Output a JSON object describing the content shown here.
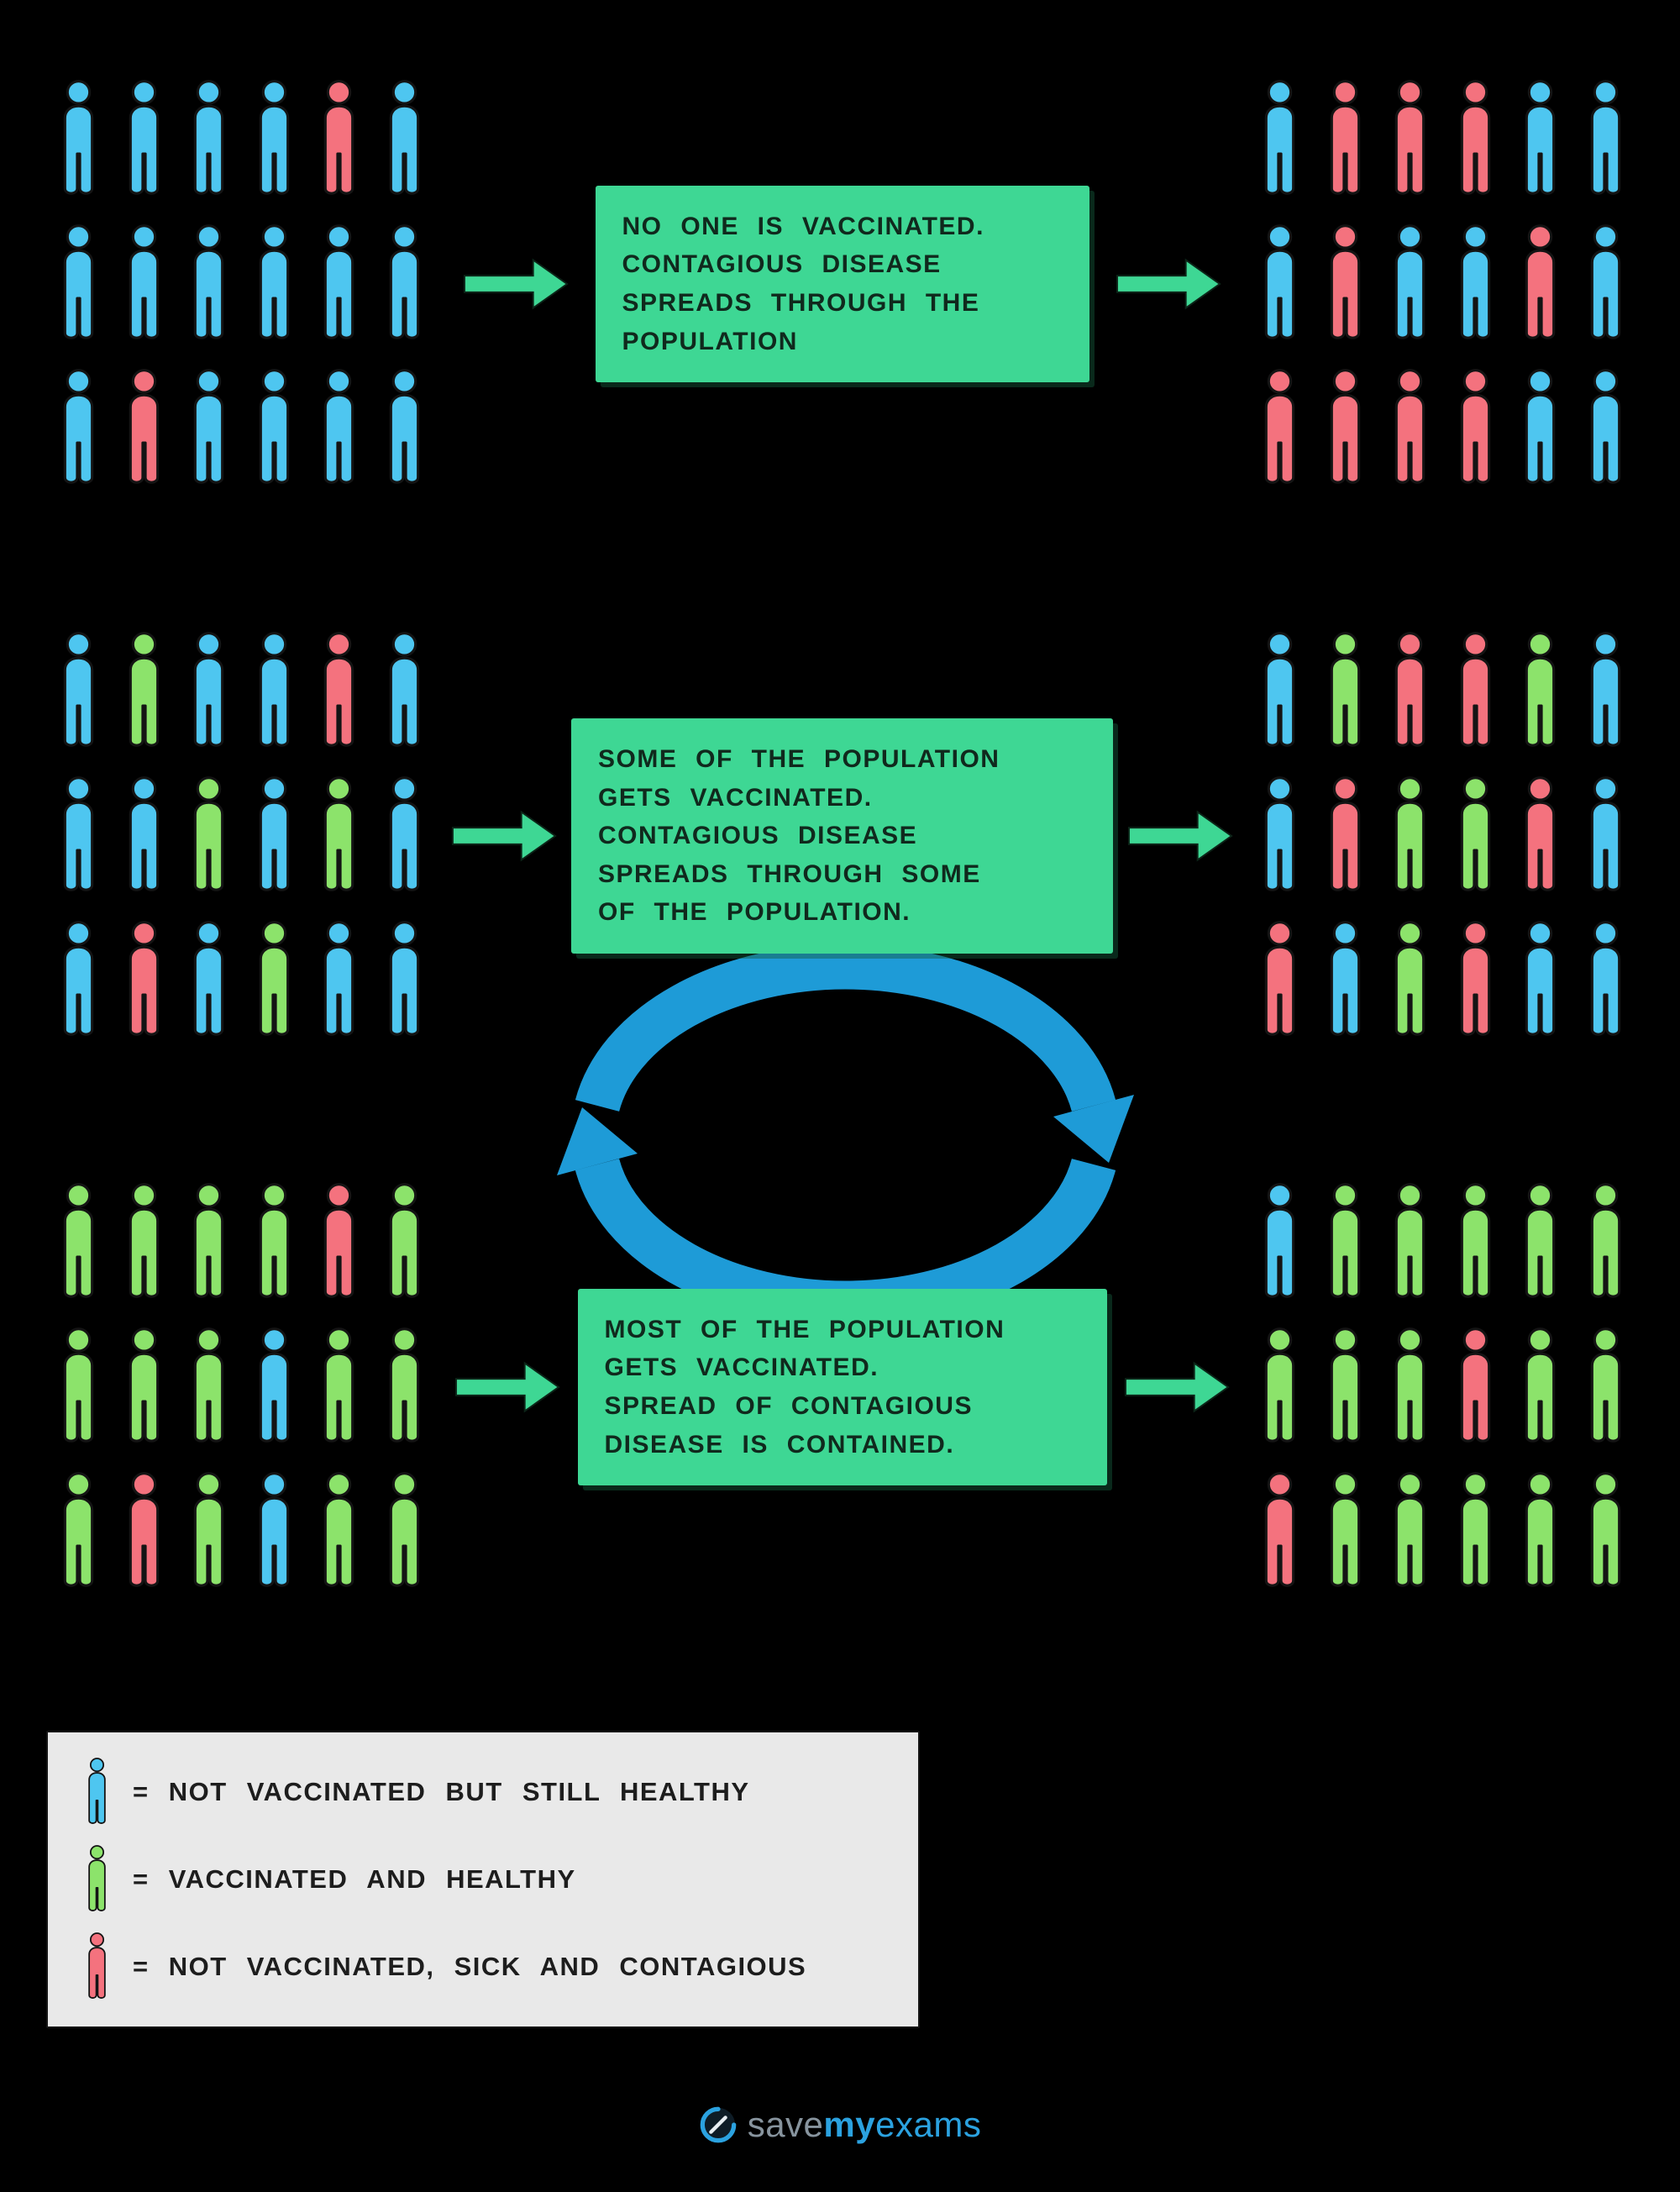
{
  "colors": {
    "background": "#000000",
    "person": {
      "not_vaccinated_healthy": "#4EC6F0",
      "vaccinated_healthy": "#8CE36B",
      "sick_contagious": "#F4727E"
    },
    "caption_box": "#3ED794",
    "arrow": "#3ED794",
    "cycle_arrow": "#1E9BD7",
    "legend_background": "#E9E9E9",
    "brand_blue": "#2BA2E0",
    "brand_gray": "#87949E"
  },
  "scenarios": [
    {
      "caption": "NO ONE IS VACCINATED.\nCONTAGIOUS DISEASE\nSPREADS THROUGH THE\nPOPULATION",
      "before": [
        [
          "B",
          "B",
          "B",
          "B",
          "R",
          "B"
        ],
        [
          "B",
          "B",
          "B",
          "B",
          "B",
          "B"
        ],
        [
          "B",
          "R",
          "B",
          "B",
          "B",
          "B"
        ]
      ],
      "after": [
        [
          "B",
          "R",
          "R",
          "R",
          "B",
          "B"
        ],
        [
          "B",
          "R",
          "B",
          "B",
          "R",
          "B"
        ],
        [
          "R",
          "R",
          "R",
          "R",
          "B",
          "B"
        ]
      ]
    },
    {
      "caption": "SOME OF THE POPULATION\nGETS VACCINATED.\nCONTAGIOUS DISEASE\nSPREADS THROUGH SOME\nOF THE POPULATION.",
      "before": [
        [
          "B",
          "G",
          "B",
          "B",
          "R",
          "B"
        ],
        [
          "B",
          "B",
          "G",
          "B",
          "G",
          "B"
        ],
        [
          "B",
          "R",
          "B",
          "G",
          "B",
          "B"
        ]
      ],
      "after": [
        [
          "B",
          "G",
          "R",
          "R",
          "G",
          "B"
        ],
        [
          "B",
          "R",
          "G",
          "G",
          "R",
          "B"
        ],
        [
          "R",
          "B",
          "G",
          "R",
          "B",
          "B"
        ]
      ]
    },
    {
      "caption": "MOST OF THE POPULATION\nGETS VACCINATED.\nSPREAD OF CONTAGIOUS\nDISEASE IS CONTAINED.",
      "before": [
        [
          "G",
          "G",
          "G",
          "G",
          "R",
          "G"
        ],
        [
          "G",
          "G",
          "G",
          "B",
          "G",
          "G"
        ],
        [
          "G",
          "R",
          "G",
          "B",
          "G",
          "G"
        ]
      ],
      "after": [
        [
          "B",
          "G",
          "G",
          "G",
          "G",
          "G"
        ],
        [
          "G",
          "G",
          "G",
          "R",
          "G",
          "G"
        ],
        [
          "R",
          "G",
          "G",
          "G",
          "G",
          "G"
        ]
      ]
    }
  ],
  "legend": {
    "items": [
      {
        "person": "B",
        "label": "= NOT VACCINATED BUT STILL HEALTHY"
      },
      {
        "person": "G",
        "label": "= VACCINATED AND HEALTHY"
      },
      {
        "person": "R",
        "label": "= NOT VACCINATED, SICK AND CONTAGIOUS"
      }
    ]
  },
  "footer": {
    "brand": {
      "save": "save",
      "my": "my",
      "exams": "exams"
    }
  }
}
